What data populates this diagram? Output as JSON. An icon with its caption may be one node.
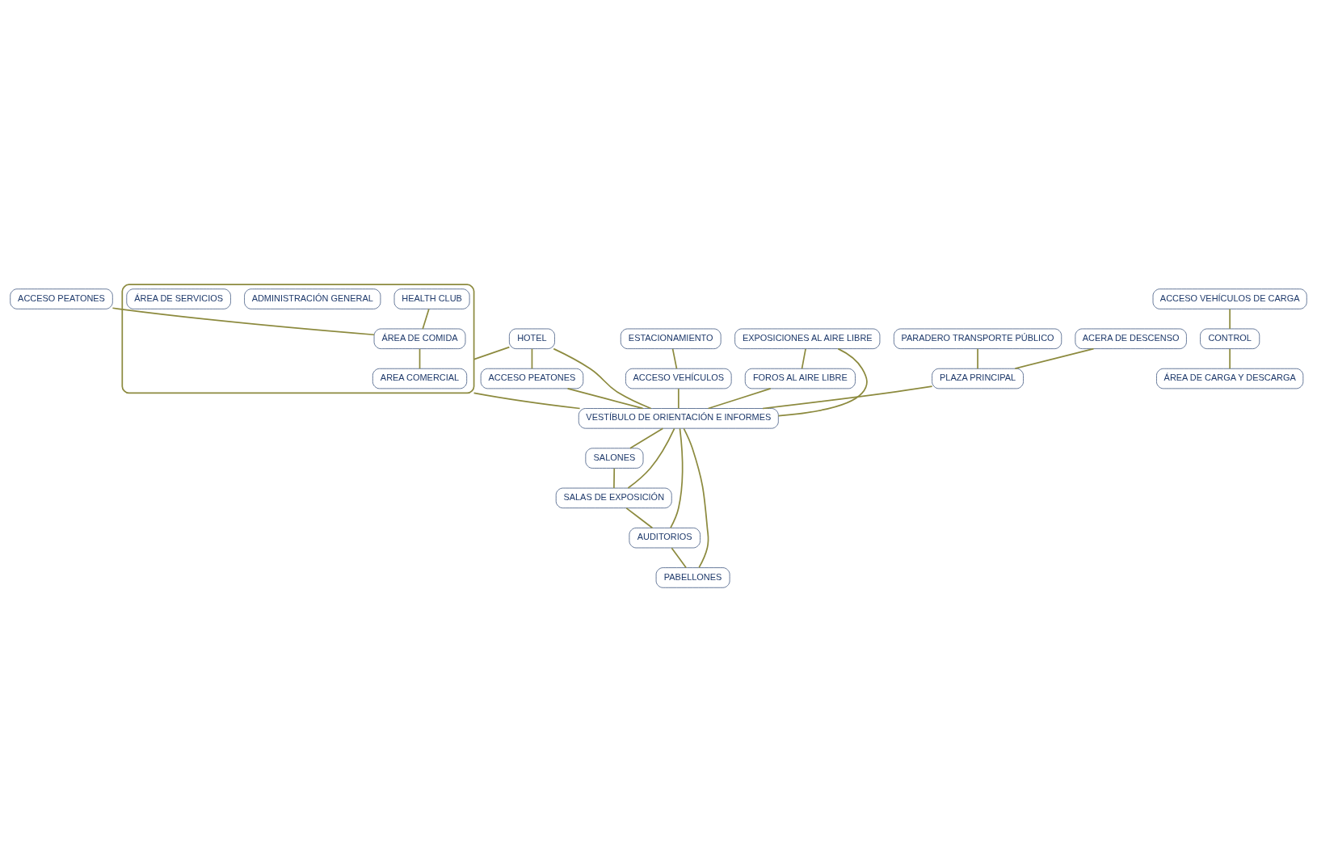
{
  "diagram": {
    "nodes": [
      {
        "text": [
          "ACCESO PEATONES"
        ]
      },
      {
        "text": [
          "ACCESO VEHÍCULOS DE CARGA"
        ]
      },
      {
        "text": [
          "HOTEL"
        ]
      },
      {
        "text": [],
        "shape": "box"
      },
      {
        "text": [
          "HEALTH CLUB"
        ],
        "in": 3
      },
      {
        "text": [
          "ÁREA DE COMIDA"
        ],
        "in": 3
      },
      {
        "text": [
          "AREA COMERCIAL"
        ],
        "in": 3
      },
      {
        "text": [
          "ADMINISTRACIÓN GENERAL"
        ],
        "in": 3
      },
      {
        "text": [
          "ÁREA DE SERVICIOS"
        ],
        "in": 3
      },
      {
        "text": [
          "CONTROL"
        ]
      },
      {
        "text": [
          "ACCESO PEATONES"
        ]
      },
      {
        "text": [
          "ESTACIONAMIENTO"
        ]
      },
      {
        "text": [
          "ACCESO VEHÍCULOS"
        ]
      },
      {
        "text": [
          "EXPOSICIONES AL AIRE LIBRE"
        ]
      },
      {
        "text": [
          "ÁREA DE CARGA Y DESCARGA"
        ]
      },
      {
        "text": [
          "FOROS AL AIRE LIBRE"
        ]
      },
      {
        "text": [
          "PARADERO TRANSPORTE PÚBLICO"
        ]
      },
      {
        "text": [
          "SALONES"
        ]
      },
      {
        "text": [
          "SALAS DE EXPOSICIÓN"
        ]
      },
      {
        "text": [
          "ACERA DE DESCENSO"
        ]
      },
      {
        "text": [
          "VESTÍBULO DE ORIENTACIÓN E INFORMES"
        ]
      },
      {
        "text": [
          "AUDITORIOS"
        ]
      },
      {
        "text": [
          "PLAZA PRINCIPAL"
        ]
      },
      {
        "text": [
          "PABELLONES"
        ]
      }
    ],
    "edges": [
      {
        "from": 0,
        "to": 5,
        "arrow": "none"
      },
      {
        "from": 1,
        "to": 9,
        "arrow": "none"
      },
      {
        "from": 9,
        "to": 14,
        "arrow": "none"
      },
      {
        "from": 4,
        "to": 5,
        "arrow": "none"
      },
      {
        "from": 5,
        "to": 6,
        "arrow": "none"
      },
      {
        "from": 2,
        "to": 10,
        "arrow": "none"
      },
      {
        "from": 2,
        "to": 3,
        "arrow": "none"
      },
      {
        "from": 11,
        "to": 12,
        "arrow": "none"
      },
      {
        "from": 13,
        "to": 15,
        "arrow": "none"
      },
      {
        "from": 2,
        "to": 20,
        "arrow": "none"
      },
      {
        "from": 10,
        "to": 20,
        "arrow": "none"
      },
      {
        "from": 13,
        "to": 20,
        "arrow": "none"
      },
      {
        "from": 12,
        "to": 20,
        "arrow": "none"
      },
      {
        "from": 3,
        "to": 20,
        "arrow": "none"
      },
      {
        "from": 15,
        "to": 20,
        "arrow": "none"
      },
      {
        "from": 16,
        "to": 22,
        "arrow": "none"
      },
      {
        "from": 19,
        "to": 22,
        "arrow": "none"
      },
      {
        "from": 22,
        "to": 20,
        "arrow": "none"
      },
      {
        "from": 20,
        "to": 17,
        "arrow": "none"
      },
      {
        "from": 20,
        "to": 18,
        "arrow": "none"
      },
      {
        "from": 20,
        "to": 21,
        "arrow": "none"
      },
      {
        "from": 17,
        "to": 18,
        "arrow": "none"
      },
      {
        "from": 18,
        "to": 21,
        "arrow": "none"
      },
      {
        "from": 20,
        "to": 23,
        "arrow": "none"
      },
      {
        "from": 21,
        "to": 23,
        "arrow": "none"
      }
    ]
  }
}
